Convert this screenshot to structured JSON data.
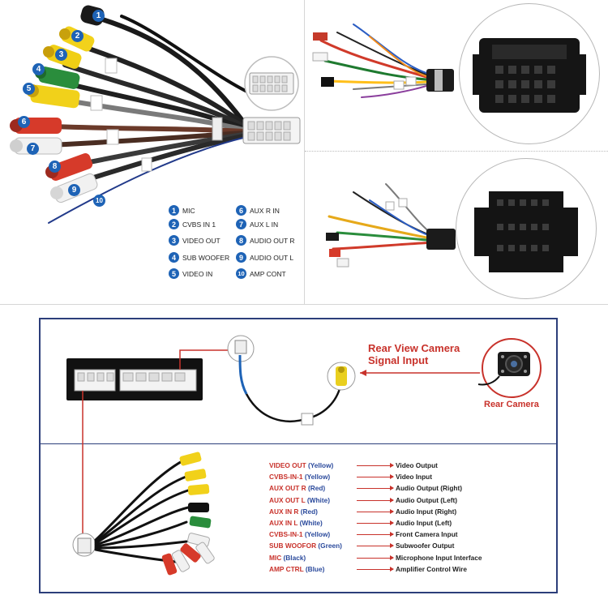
{
  "harness_legend": [
    {
      "n": "1",
      "label": "MIC"
    },
    {
      "n": "2",
      "label": "CVBS IN 1"
    },
    {
      "n": "3",
      "label": "VIDEO OUT"
    },
    {
      "n": "4",
      "label": "SUB WOOFER"
    },
    {
      "n": "5",
      "label": "VIDEO IN"
    },
    {
      "n": "6",
      "label": "AUX R IN"
    },
    {
      "n": "7",
      "label": "AUX L IN"
    },
    {
      "n": "8",
      "label": "AUDIO OUT R"
    },
    {
      "n": "9",
      "label": "AUDIO OUT L"
    },
    {
      "n": "10",
      "label": "AMP CONT"
    }
  ],
  "camera": {
    "title_line1": "Rear View Camera",
    "title_line2": "Signal Input",
    "device_label": "Rear Camera"
  },
  "wiring_table": [
    {
      "code": "VIDEO OUT",
      "color": "(Yellow)",
      "desc": "Video Output"
    },
    {
      "code": "CVBS-IN-1",
      "color": "(Yellow)",
      "desc": "Video Input"
    },
    {
      "code": "AUX OUT R",
      "color": "(Red)",
      "desc": "Audio Output (Right)"
    },
    {
      "code": "AUX OUT L",
      "color": "(White)",
      "desc": "Audio Output (Left)"
    },
    {
      "code": "AUX IN R",
      "color": "(Red)",
      "desc": "Audio Input (Right)"
    },
    {
      "code": "AUX IN L",
      "color": "(White)",
      "desc": "Audio Input (Left)"
    },
    {
      "code": "CVBS-IN-1",
      "color": "(Yellow)",
      "desc": "Front Camera Input"
    },
    {
      "code": "SUB WOOFOR",
      "color": "(Green)",
      "desc": "Subwoofer Output"
    },
    {
      "code": "MIC",
      "color": "(Black)",
      "desc": "Microphone Input Interface"
    },
    {
      "code": "AMP CTRL",
      "color": "(Blue)",
      "desc": "Amplifier Control Wire"
    }
  ],
  "colors": {
    "badge_blue": "#1e63b6",
    "accent_red": "#c8322b",
    "label_blue": "#2b4a9c",
    "frame_blue": "#2c3e7a"
  }
}
